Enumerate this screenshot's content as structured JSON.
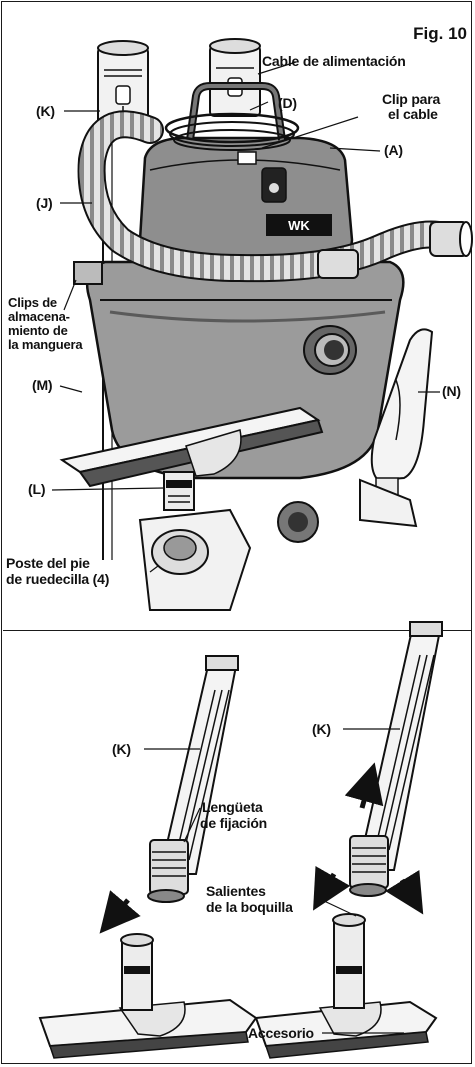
{
  "figure": {
    "title": "Fig. 10"
  },
  "labels": {
    "power_cord": "Cable de alimentación",
    "k_top": "(K)",
    "d": "(D)",
    "cord_clip_1": "Clip para",
    "cord_clip_2": "el cable",
    "a": "(A)",
    "j": "(J)",
    "hose_clips_1": "Clips de",
    "hose_clips_2": "almacena-",
    "hose_clips_3": "miento de",
    "hose_clips_4": "la manguera",
    "m": "(M)",
    "n": "(N)",
    "l": "(L)",
    "caster_post_1": "Poste del pie",
    "caster_post_2": "de ruedecilla (4)",
    "k_left": "(K)",
    "k_right": "(K)",
    "locking_tab_1": "Lengüeta",
    "locking_tab_2": "de fijación",
    "nozzle_tabs_1": "Salientes",
    "nozzle_tabs_2": "de la boquilla",
    "accessory": "Accesorio"
  },
  "colors": {
    "ink": "#111111",
    "tank": "#9b9b9b",
    "tank_dark": "#6e6e6e",
    "hose": "#d9d9d9",
    "white": "#ffffff"
  }
}
